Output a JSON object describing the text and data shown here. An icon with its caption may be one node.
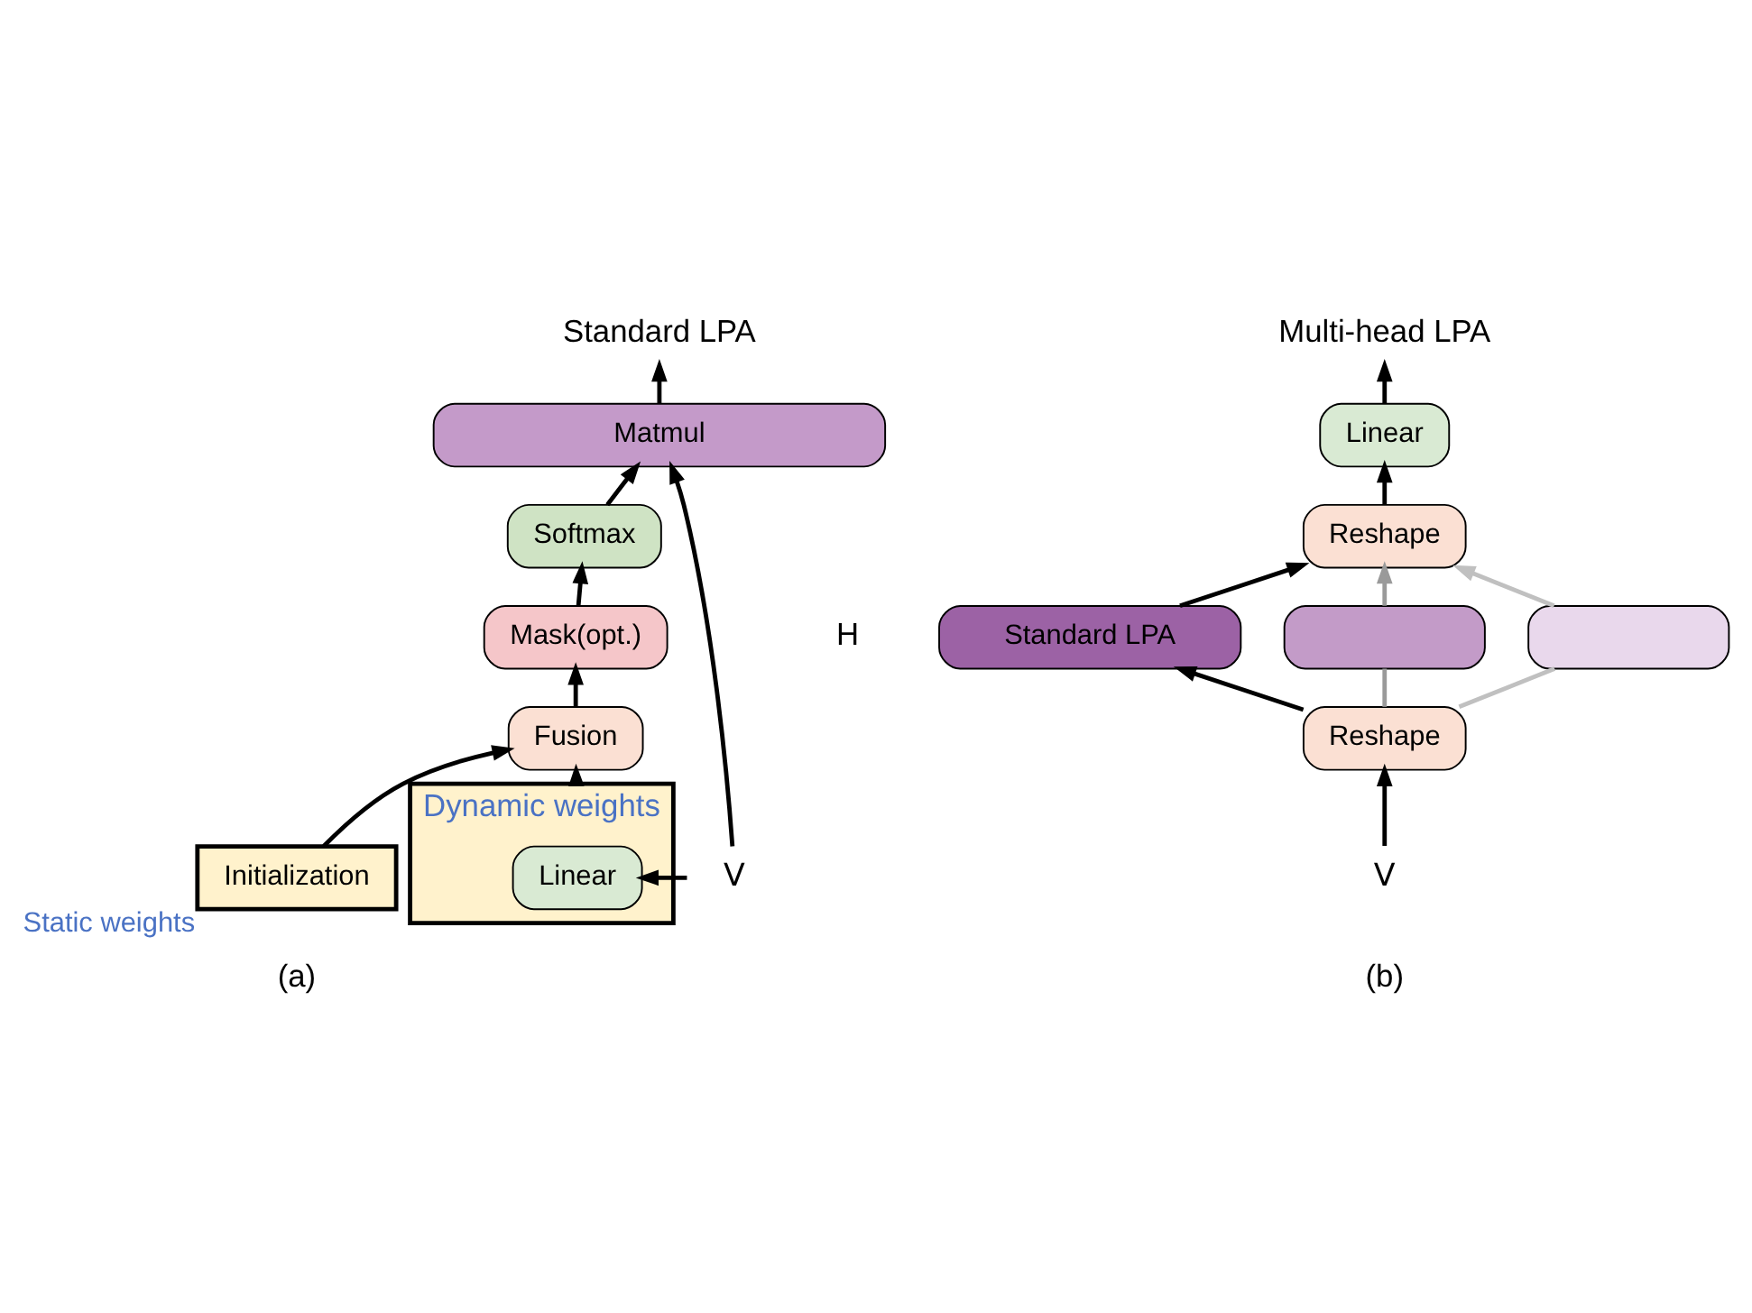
{
  "diagram": {
    "nodes": [
      {
        "text": [
          "Standard LPA"
        ]
      },
      {
        "text": [
          "Matmul"
        ]
      },
      {
        "text": [
          "Softmax"
        ]
      },
      {
        "text": [
          "Mask(opt.)"
        ]
      },
      {
        "text": [
          "Fusion"
        ]
      },
      {
        "text": [
          "Initialization"
        ],
        "beside": [
          "Static weights"
        ]
      },
      {
        "text": [],
        "shape": "box",
        "beside": [
          "Dynamic weights"
        ]
      },
      {
        "text": [
          "Linear"
        ],
        "in": 6
      },
      {
        "text": [
          "V"
        ]
      },
      {
        "text": [
          "Multi-head LPA"
        ]
      },
      {
        "text": [
          "Linear"
        ]
      },
      {
        "text": [
          "Reshape"
        ]
      },
      {
        "text": [
          "Standard LPA"
        ]
      },
      {
        "text": [
          "Reshape"
        ]
      },
      {
        "text": [
          "V"
        ]
      },
      {
        "text": [],
        "shape": "box"
      },
      {
        "text": [],
        "shape": "box"
      }
    ],
    "edges": [
      {
        "from": 1,
        "to": 0,
        "arrow": "to"
      },
      {
        "from": 2,
        "to": 1,
        "arrow": "to"
      },
      {
        "from": 3,
        "to": 2,
        "arrow": "to"
      },
      {
        "from": 4,
        "to": 3,
        "arrow": "to"
      },
      {
        "from": 5,
        "to": 4,
        "arrow": "to"
      },
      {
        "from": 6,
        "to": 4,
        "arrow": "to"
      },
      {
        "from": 8,
        "to": 7,
        "arrow": "to"
      },
      {
        "from": 8,
        "to": 1,
        "arrow": "to"
      },
      {
        "from": 10,
        "to": 9,
        "arrow": "to"
      },
      {
        "from": 11,
        "to": 10,
        "arrow": "to"
      },
      {
        "from": 12,
        "to": 11,
        "arrow": "to"
      },
      {
        "from": 13,
        "to": 12,
        "arrow": "to"
      },
      {
        "from": 14,
        "to": 13,
        "arrow": "to"
      },
      {
        "from": 13,
        "to": 15,
        "arrow": "none",
        "color": "#9a9a9a"
      },
      {
        "from": 13,
        "to": 16,
        "arrow": "none",
        "color": "#c0c0c0"
      },
      {
        "from": 15,
        "to": 11,
        "arrow": "to",
        "color": "#9a9a9a"
      },
      {
        "from": 16,
        "to": 11,
        "arrow": "to",
        "color": "#c0c0c0"
      }
    ],
    "labels": [
      "H",
      "(a)",
      "(b)"
    ]
  }
}
